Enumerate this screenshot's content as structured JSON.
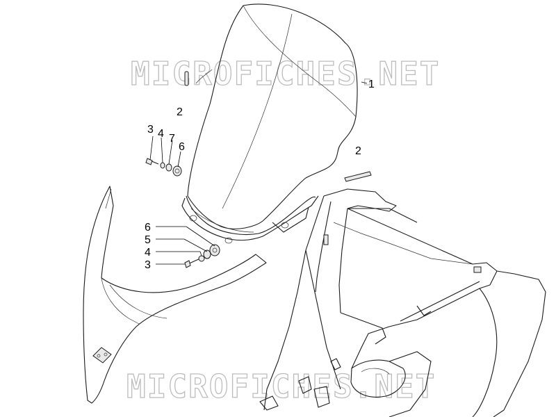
{
  "watermark": {
    "top": "MICROFICHES.NET",
    "bottom": "MICROFICHES.NET"
  },
  "callouts": [
    {
      "id": "c-1-windshield",
      "label": "1",
      "part": "windshield"
    },
    {
      "id": "c-2-left",
      "label": "2",
      "part": "pin-left"
    },
    {
      "id": "c-2-right",
      "label": "2",
      "part": "pin-right"
    },
    {
      "id": "c-3-upper",
      "label": "3",
      "part": "screw-upper"
    },
    {
      "id": "c-4-upper",
      "label": "4",
      "part": "washer-upper"
    },
    {
      "id": "c-7-upper",
      "label": "7",
      "part": "spacer-upper"
    },
    {
      "id": "c-6-upper",
      "label": "6",
      "part": "grommet-upper"
    },
    {
      "id": "c-6-lower",
      "label": "6",
      "part": "grommet-lower"
    },
    {
      "id": "c-5-lower",
      "label": "5",
      "part": "spacer-lower"
    },
    {
      "id": "c-4-lower",
      "label": "4",
      "part": "washer-lower"
    },
    {
      "id": "c-3-lower",
      "label": "3",
      "part": "screw-lower"
    }
  ],
  "colors": {
    "line": "#1a1a1a",
    "watermark": "#bcbcbc",
    "shade": "#e9e9e9"
  }
}
